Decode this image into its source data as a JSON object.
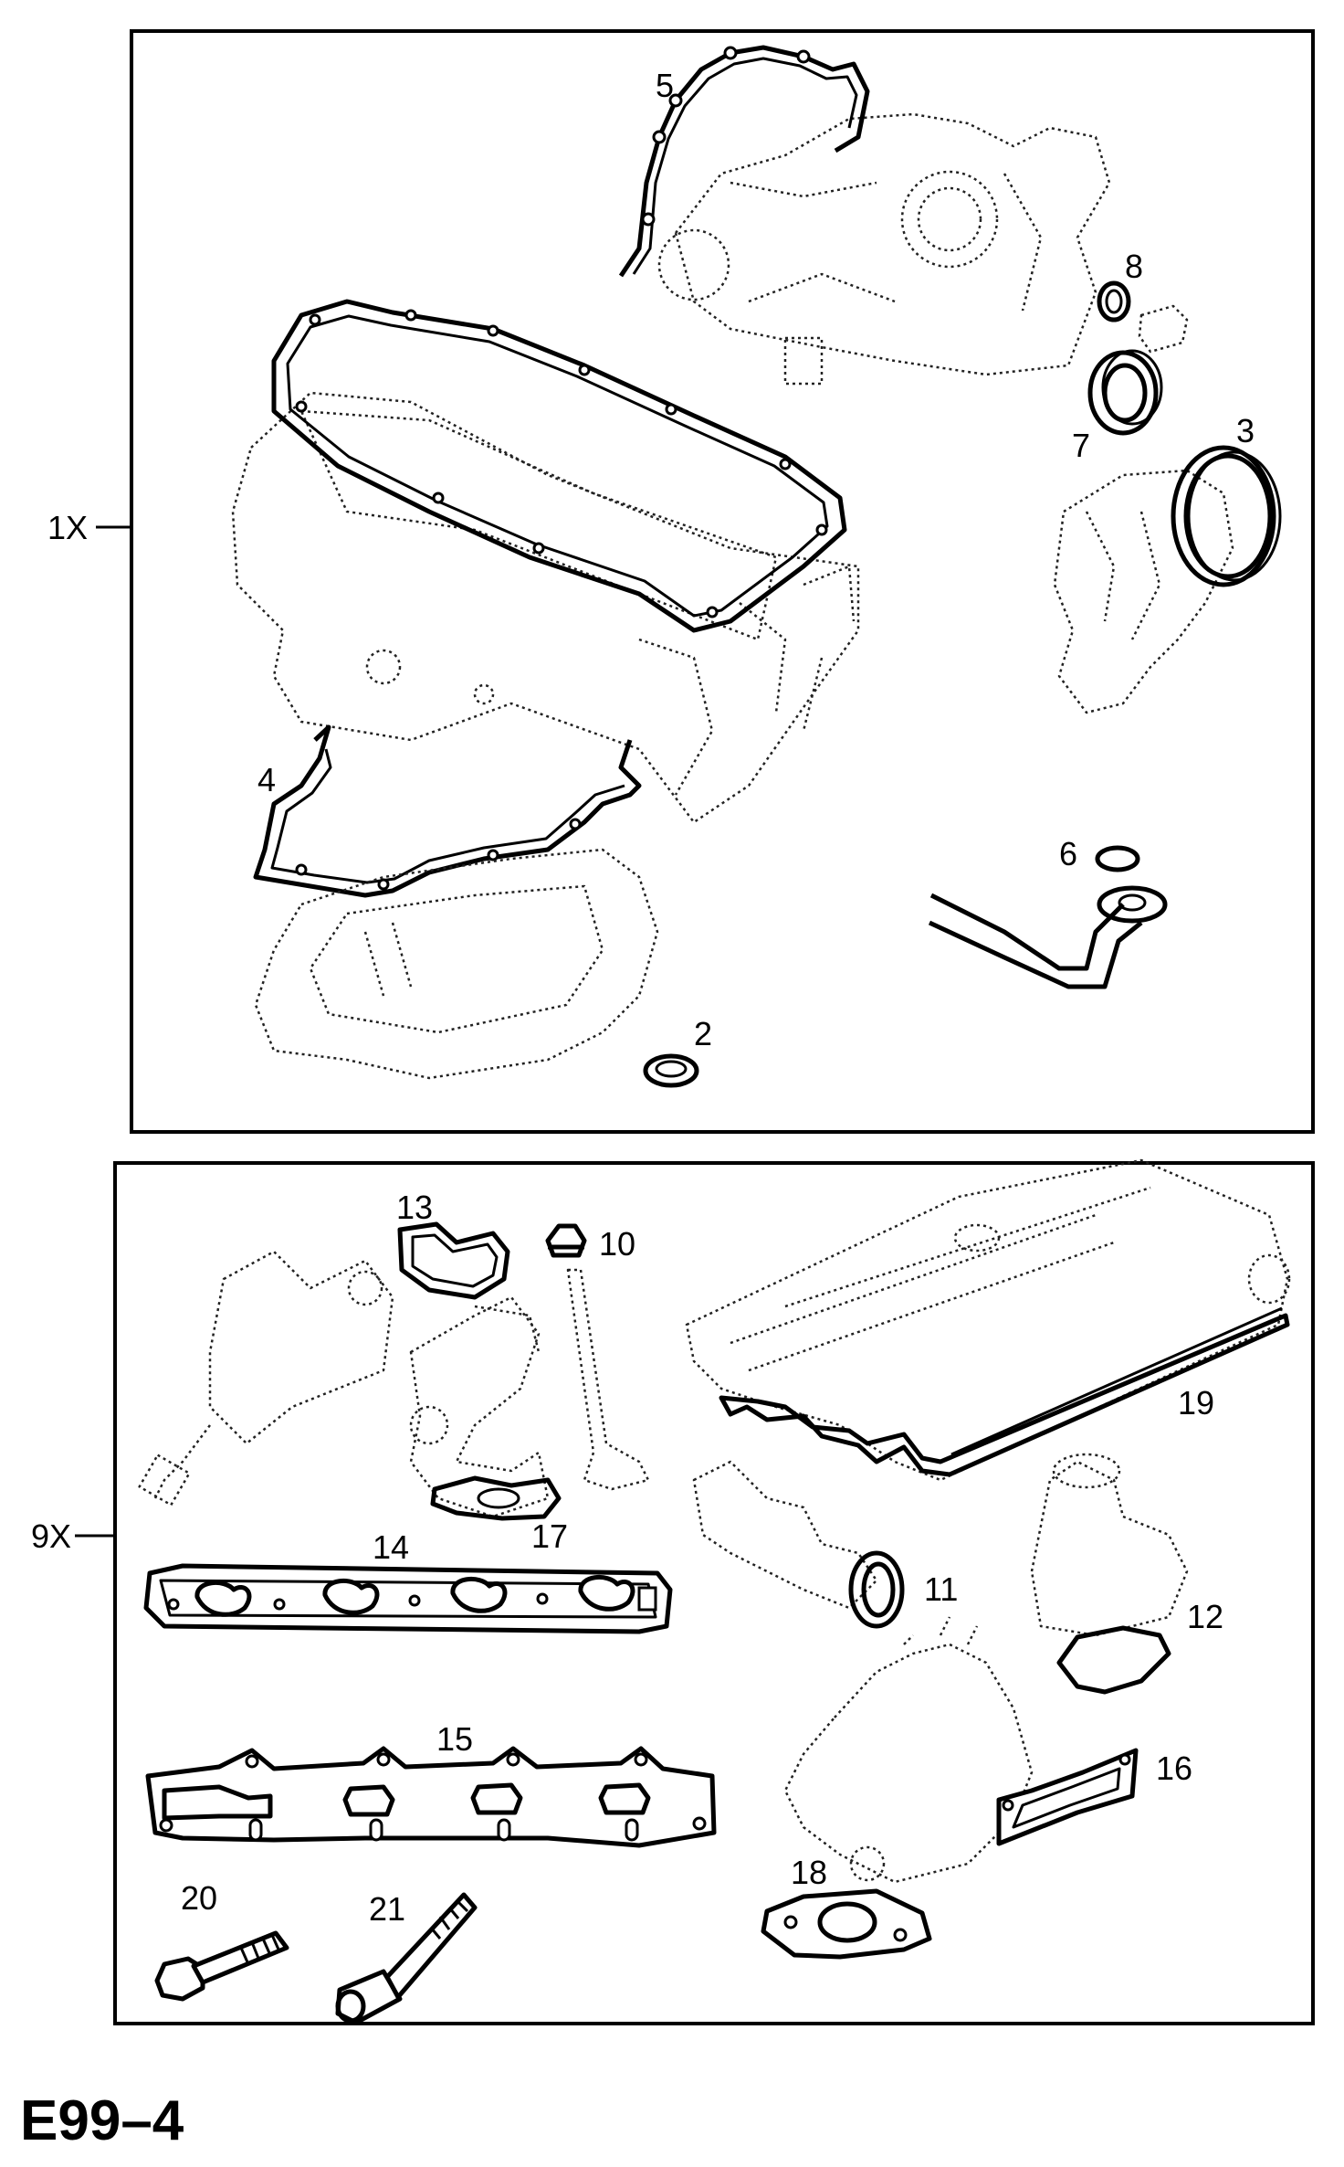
{
  "figure_code": "E99–4",
  "groups": [
    {
      "id": "upper",
      "label": "1X"
    },
    {
      "id": "lower",
      "label": "9X"
    }
  ],
  "parts": {
    "p2": "2",
    "p3": "3",
    "p4": "4",
    "p5": "5",
    "p6": "6",
    "p7": "7",
    "p8": "8",
    "p10": "10",
    "p11": "11",
    "p12": "12",
    "p13": "13",
    "p14": "14",
    "p15": "15",
    "p16": "16",
    "p17": "17",
    "p18": "18",
    "p19": "19",
    "p20": "20",
    "p21": "21"
  }
}
